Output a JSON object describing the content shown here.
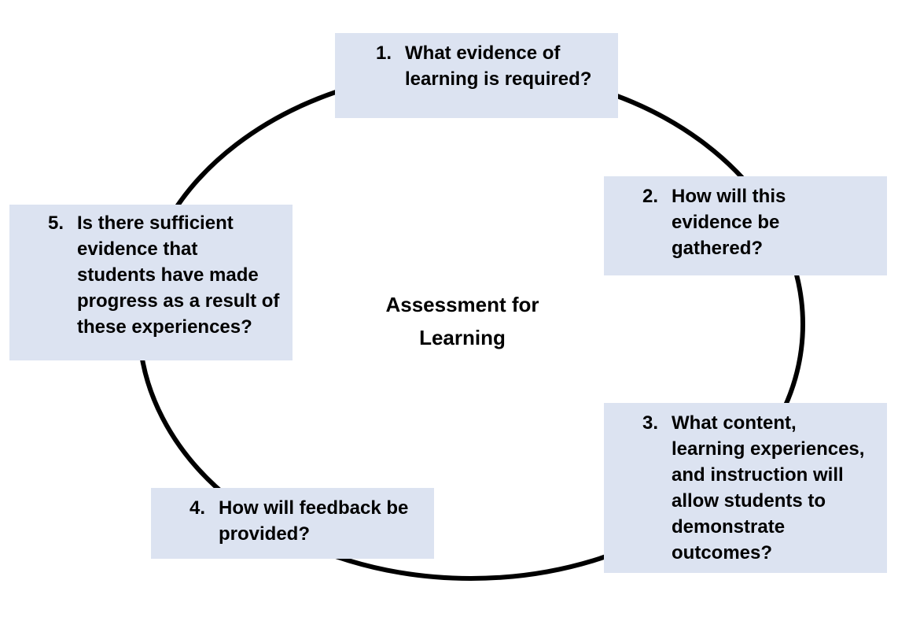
{
  "diagram": {
    "center_label": "Assessment for\nLearning",
    "steps": [
      {
        "number": "1.",
        "label": "What evidence of\nlearning is required?"
      },
      {
        "number": "2.",
        "label": "How will this\nevidence be\ngathered?"
      },
      {
        "number": "3.",
        "label": "What content,\nlearning experiences,\nand instruction will\nallow students to\ndemonstrate\noutcomes?"
      },
      {
        "number": "4.",
        "label": "How will feedback be\nprovided?"
      },
      {
        "number": "5.",
        "label": "Is there sufficient\nevidence that\nstudents have made\nprogress as a result of\nthese experiences?"
      }
    ],
    "colors": {
      "box_fill": "#dce3f1",
      "cycle_stroke": "#000000",
      "text": "#000000"
    }
  }
}
